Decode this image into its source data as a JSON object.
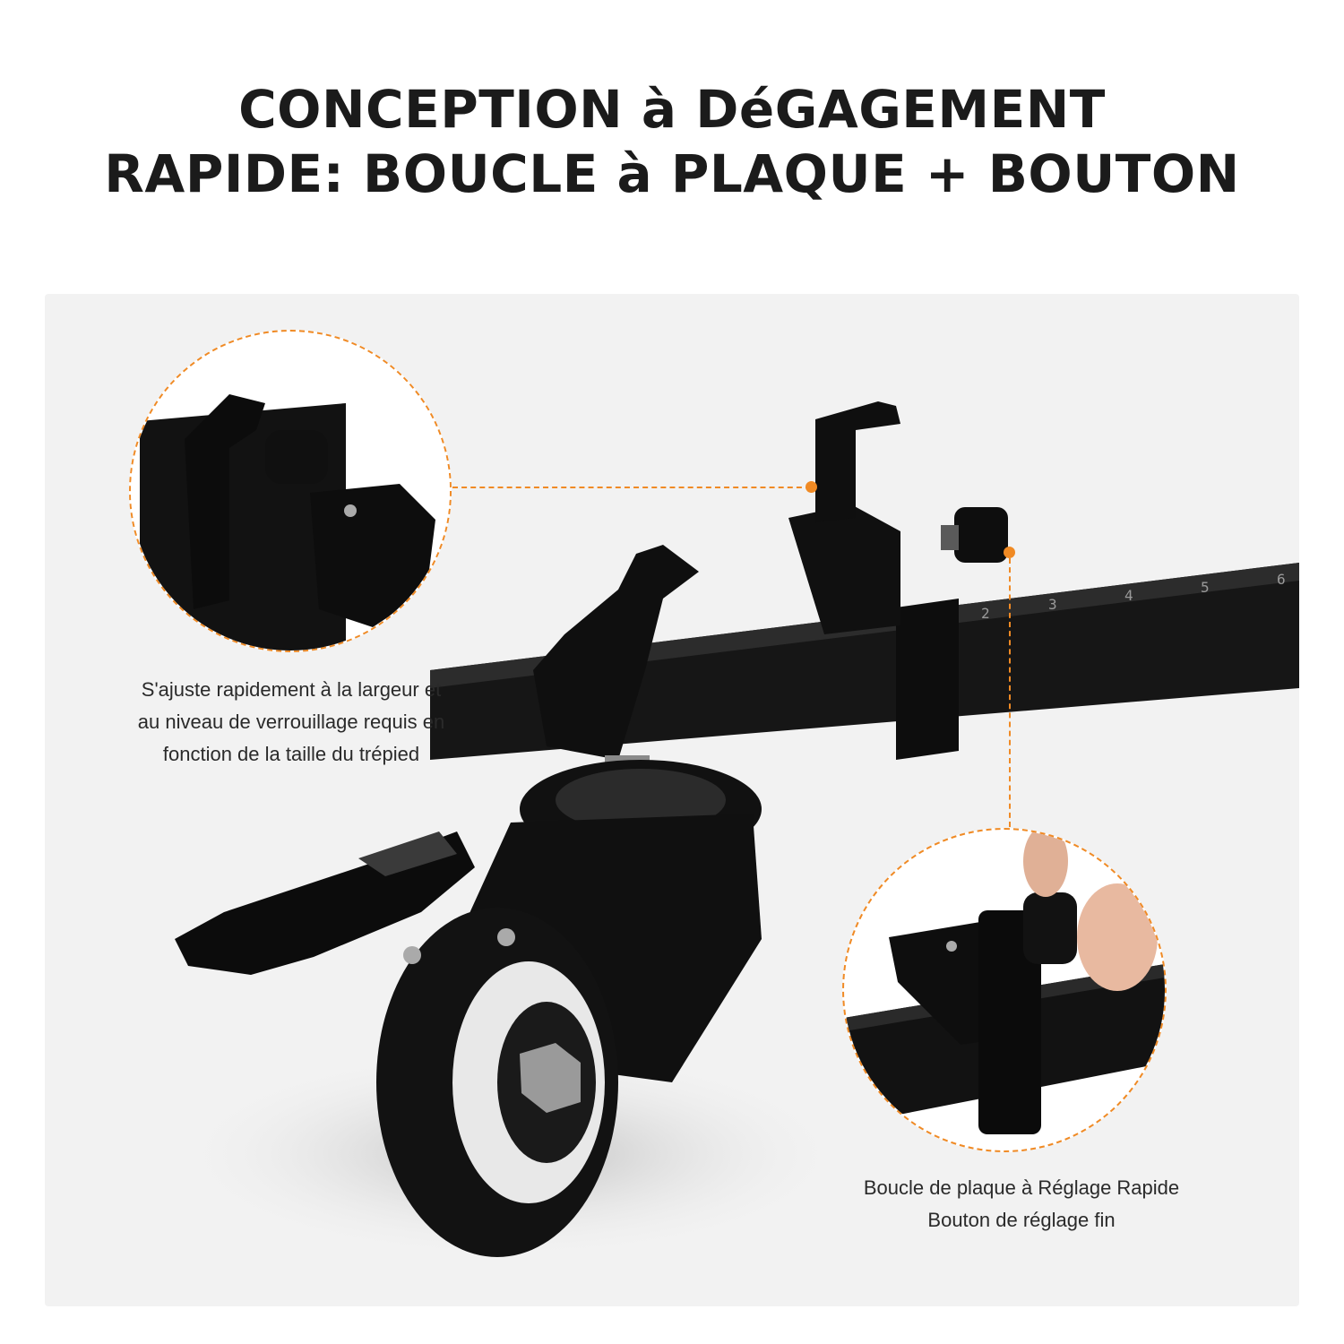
{
  "title": {
    "line1": "CONCEPTION à DéGAGEMENT",
    "line2": "RAPIDE: BOUCLE à PLAQUE + BOUTON"
  },
  "captions": {
    "left": [
      "S'ajuste rapidement à la largeur et",
      "au niveau de verrouillage requis en",
      "fonction de la taille du trépied"
    ],
    "right": [
      "Boucle de plaque à Réglage Rapide",
      "Bouton de réglage fin"
    ]
  },
  "scale_marks": [
    "2",
    "3",
    "4",
    "5",
    "6"
  ],
  "colors": {
    "accent": "#f08a24",
    "panel": "#f2f2f2",
    "product": "#111111",
    "title": "#1b1b1b"
  },
  "icons": [
    "caster-wheel-illustration",
    "clamp-closeup",
    "knob-closeup"
  ]
}
